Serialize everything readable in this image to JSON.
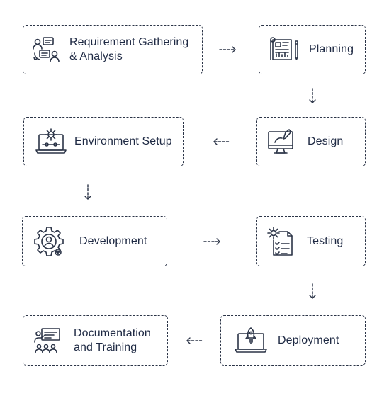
{
  "steps": {
    "requirement": {
      "line1": "Requirement Gathering",
      "line2": "& Analysis",
      "icon": "discussion-icon"
    },
    "planning": {
      "label": "Planning",
      "icon": "blueprint-icon"
    },
    "design": {
      "label": "Design",
      "icon": "monitor-pen-icon"
    },
    "environment": {
      "label": "Environment Setup",
      "icon": "laptop-gear-icon"
    },
    "development": {
      "label": "Development",
      "icon": "gear-person-icon"
    },
    "testing": {
      "label": "Testing",
      "icon": "checklist-gear-icon"
    },
    "deployment": {
      "label": "Deployment",
      "icon": "laptop-rocket-icon"
    },
    "documentation": {
      "line1": "Documentation",
      "line2": "and Training",
      "icon": "presentation-icon"
    }
  },
  "colors": {
    "stroke": "#2b3447",
    "text": "#1f2a44",
    "background": "#ffffff"
  }
}
